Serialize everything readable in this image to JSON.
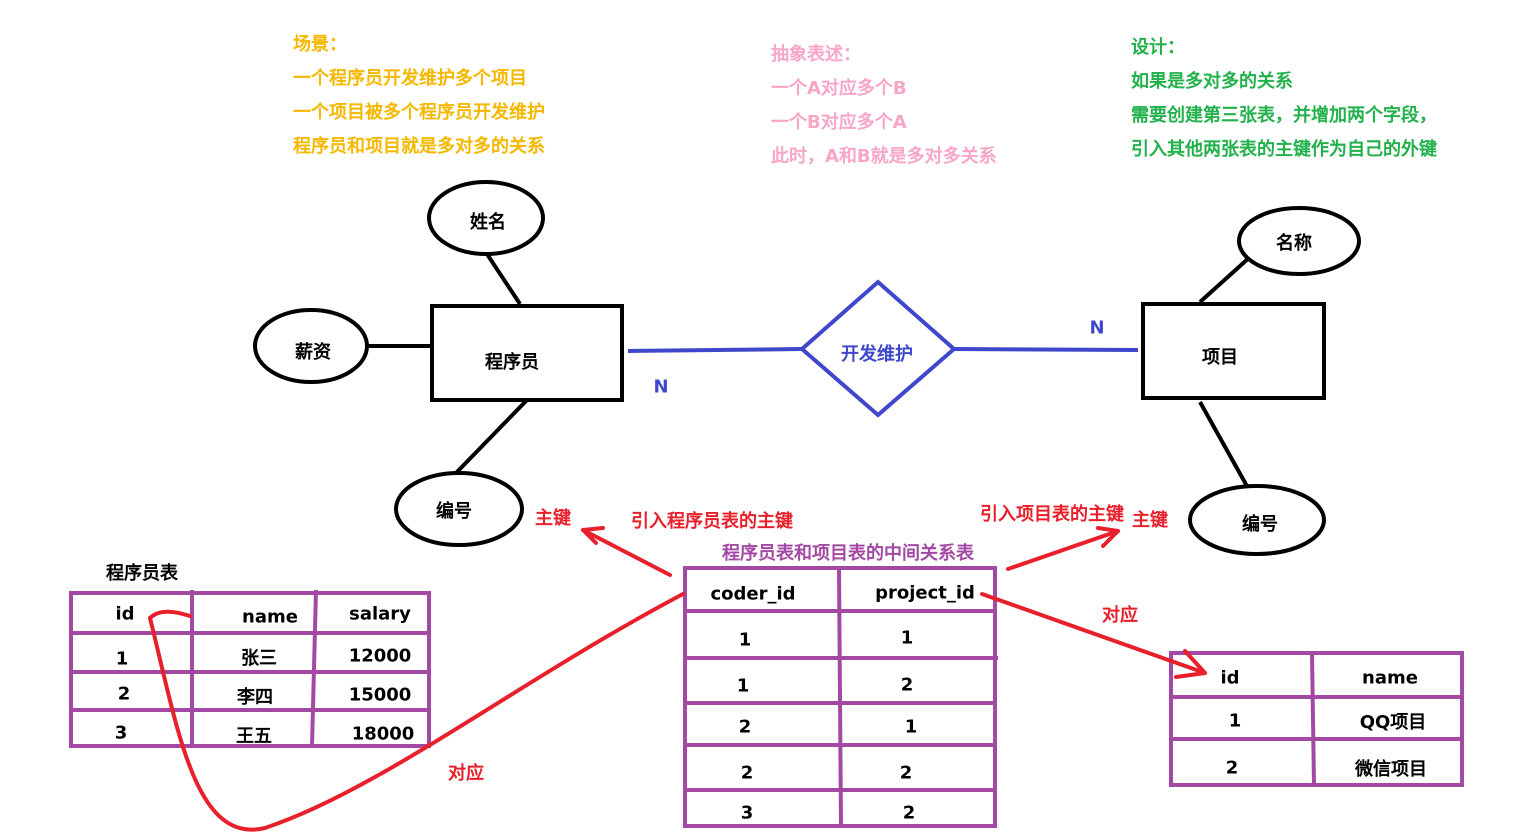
{
  "notes": {
    "scene": [
      "场景：",
      "一个程序员开发维护多个项目",
      "一个项目被多个程序员开发维护",
      "程序员和项目就是多对多的关系"
    ],
    "abstract": [
      "抽象表述：",
      "一个A对应多个B",
      "一个B对应多个A",
      "此时，A和B就是多对多关系"
    ],
    "design": [
      "设计：",
      "如果是多对多的关系",
      "需要创建第三张表，并增加两个字段，",
      "引入其他两张表的主键作为自己的外键"
    ]
  },
  "er": {
    "programmer_entity": "程序员",
    "programmer_attrs": [
      "姓名",
      "薪资",
      "编号"
    ],
    "relation": "开发维护",
    "project_entity": "项目",
    "project_attrs": [
      "名称",
      "编号"
    ],
    "cardinality_left": "N",
    "cardinality_right": "N"
  },
  "annotations": {
    "pk_left": "主键",
    "ref_left": "引入程序员表的主键",
    "ref_right": "引入项目表的主键",
    "pk_right": "主键",
    "mid_title": "程序员表和项目表的中间关系表",
    "corr_right": "对应",
    "corr_left": "对应"
  },
  "coder_table": {
    "title": "程序员表",
    "headers": [
      "id",
      "name",
      "salary"
    ],
    "rows": [
      [
        "1",
        "张三",
        "12000"
      ],
      [
        "2",
        "李四",
        "15000"
      ],
      [
        "3",
        "王五",
        "18000"
      ]
    ]
  },
  "relation_table": {
    "headers": [
      "coder_id",
      "project_id"
    ],
    "rows": [
      [
        "1",
        "1"
      ],
      [
        "1",
        "2"
      ],
      [
        "2",
        "1"
      ],
      [
        "2",
        "2"
      ],
      [
        "3",
        "2"
      ]
    ]
  },
  "project_table": {
    "headers": [
      "id",
      "name"
    ],
    "rows": [
      [
        "1",
        "QQ项目"
      ],
      [
        "2",
        "微信项目"
      ]
    ]
  },
  "colors": {
    "orange": "#f5b800",
    "pink": "#f7a6c7",
    "green": "#22b14c",
    "blue": "#3f48cc",
    "red": "#e8202c",
    "purple": "#a349a4"
  }
}
